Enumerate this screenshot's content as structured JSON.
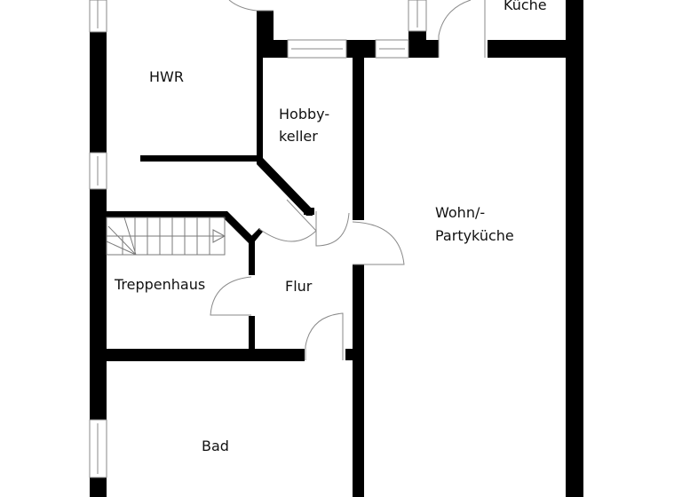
{
  "plan": {
    "type": "floor-plan",
    "rooms": [
      {
        "id": "hwr",
        "label": "HWR"
      },
      {
        "id": "hobbykeller",
        "label_line1": "Hobby-",
        "label_line2": "keller"
      },
      {
        "id": "kueche",
        "label": "Küche"
      },
      {
        "id": "wohn",
        "label_line1": "Wohn/-",
        "label_line2": "Partyküche"
      },
      {
        "id": "treppenhaus",
        "label": "Treppenhaus"
      },
      {
        "id": "flur",
        "label": "Flur"
      },
      {
        "id": "bad",
        "label": "Bad"
      }
    ],
    "colors": {
      "wall": "#000000",
      "background": "#ffffff",
      "fixture_line": "#8a8a8a"
    }
  }
}
